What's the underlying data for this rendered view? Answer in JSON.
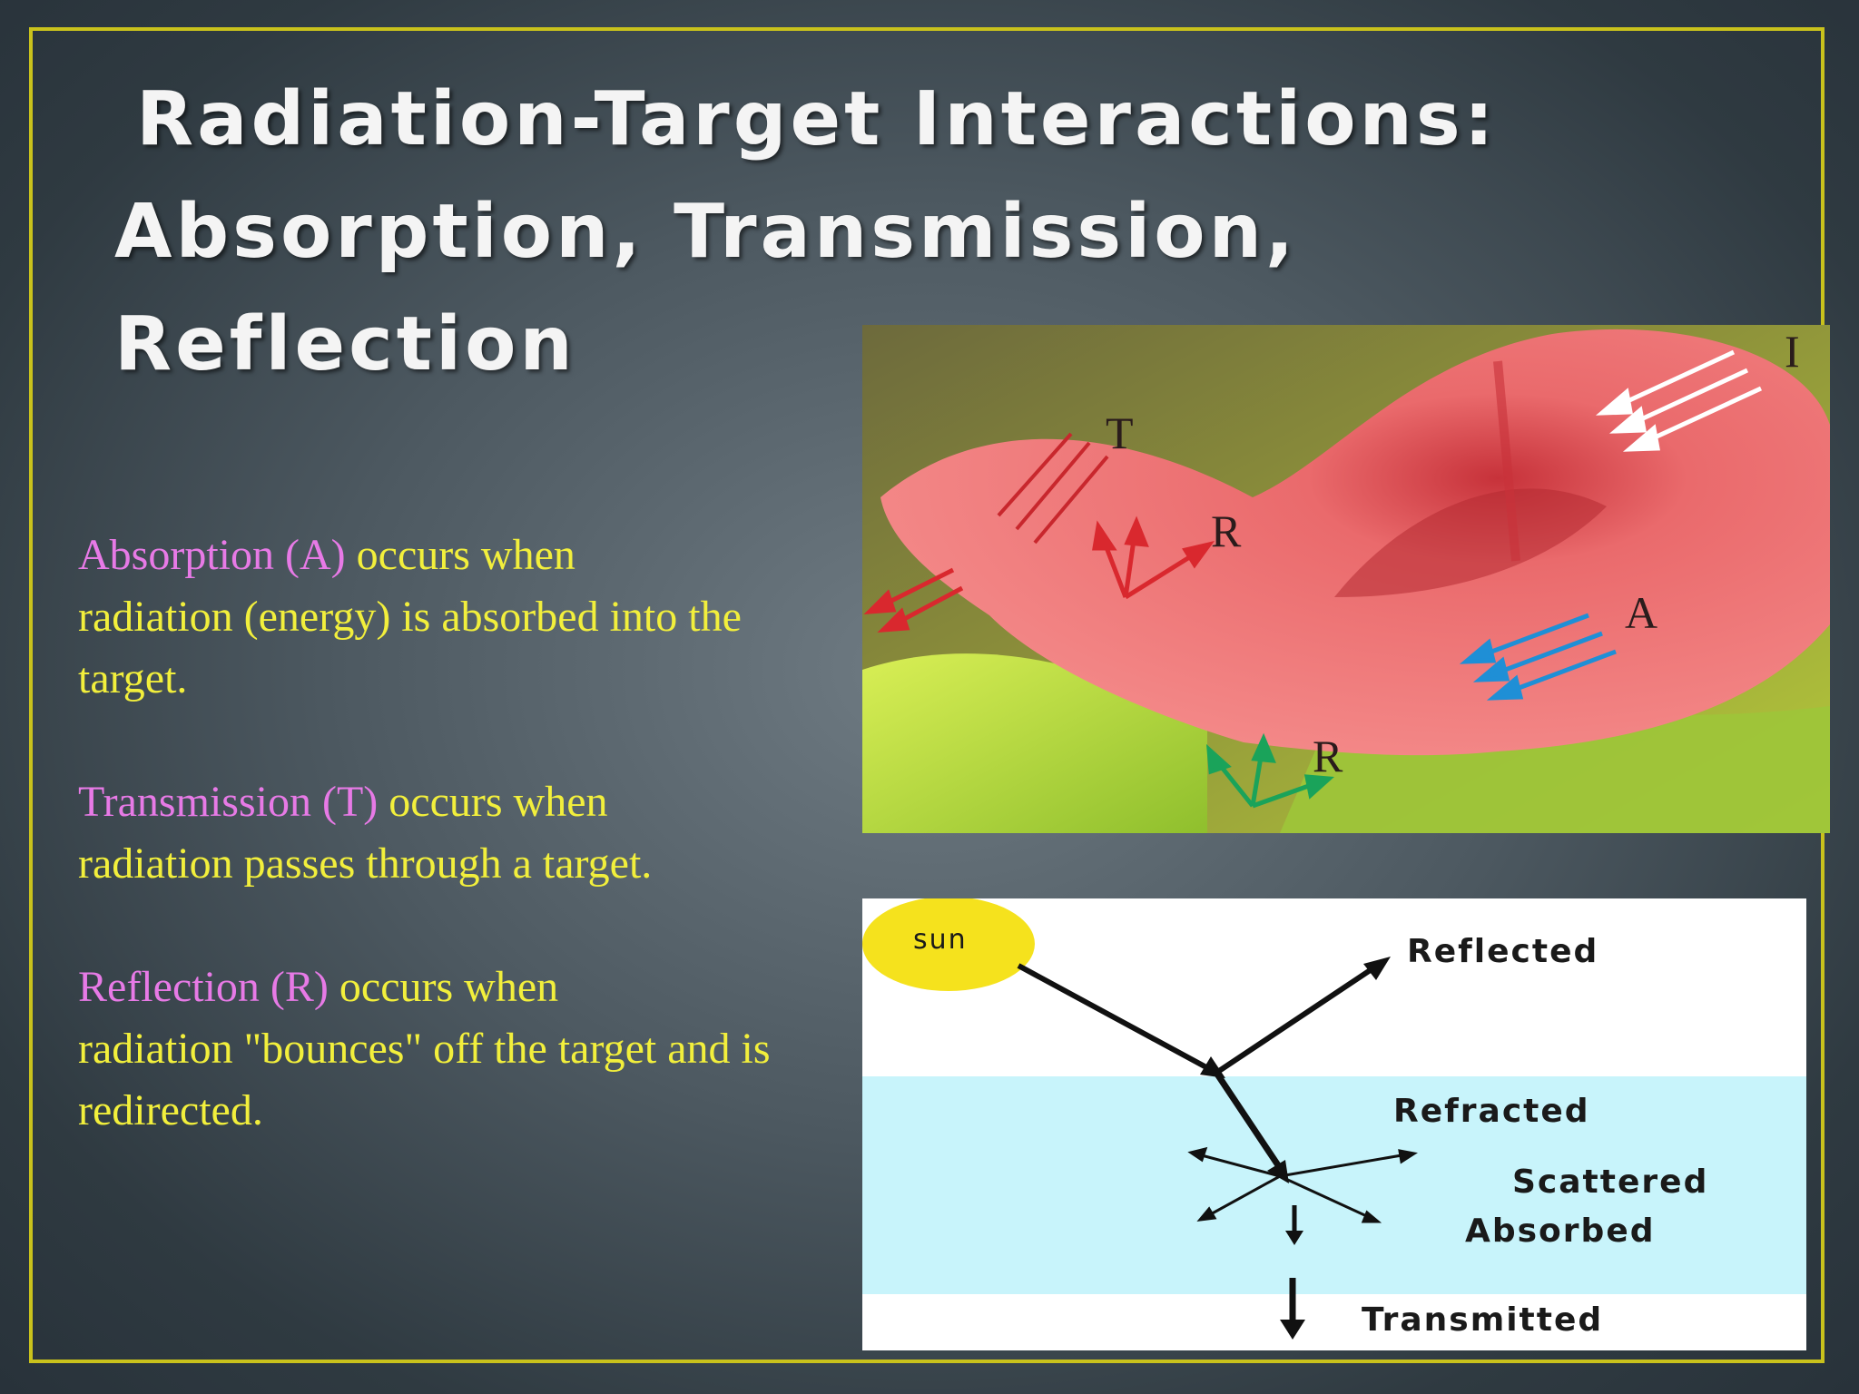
{
  "slide": {
    "title_line1": "Radiation-Target Interactions:",
    "title_line2": "Absorption, Transmission, Reflection",
    "paragraphs": [
      {
        "term": "Absorption (A)",
        "rest_line1": " occurs when",
        "rest": "radiation (energy) is absorbed into the target."
      },
      {
        "term": "Transmission (T)",
        "rest_line1": " occurs when",
        "rest": "radiation passes through a target."
      },
      {
        "term": "Reflection (R)",
        "rest_line1": " occurs when",
        "rest": "radiation \"bounces\" off the target and is redirected."
      }
    ],
    "colors": {
      "border": "#c9c21c",
      "text": "#f2ef3c",
      "term": "#e77ae6",
      "title": "#f4f4f4"
    }
  },
  "flower_photo": {
    "labels": {
      "incident": "I",
      "transmission": "T",
      "reflection_upper": "R",
      "absorption": "A",
      "reflection_lower": "R"
    },
    "arrow_colors": {
      "incident": "#ffffff",
      "reflection": "#d9282e",
      "absorption": "#1f8fd6",
      "reflection_leaf": "#1aa35a"
    }
  },
  "interaction_diagram": {
    "sun": "sun",
    "reflected": "Reflected",
    "refracted": "Refracted",
    "scattered": "Scattered",
    "absorbed": "Absorbed",
    "transmitted": "Transmitted",
    "colors": {
      "sun": "#f5e21d",
      "medium": "#c8f4fb"
    }
  }
}
